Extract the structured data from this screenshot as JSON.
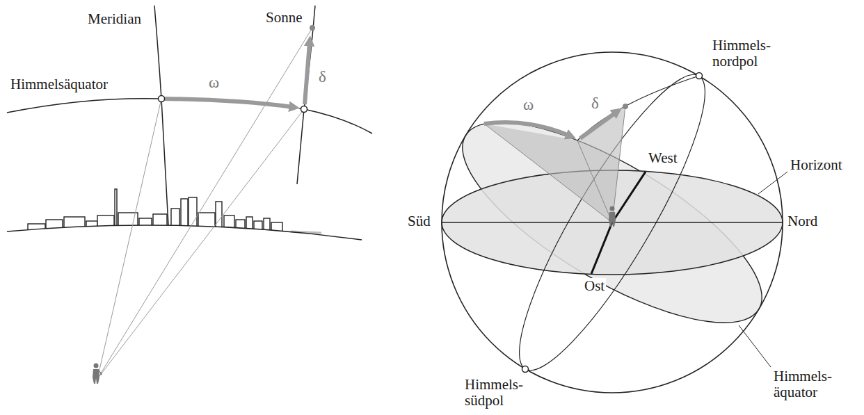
{
  "diagram": {
    "labels": [
      "Meridian",
      "Sonne",
      "Himmelsäquator",
      "ω",
      "δ",
      "Himmels- nordpol",
      "ω",
      "δ",
      "West",
      "Horizont",
      "Süd",
      "Nord",
      "Ost",
      "Himmels- südpol",
      "Himmels- äquator"
    ]
  }
}
